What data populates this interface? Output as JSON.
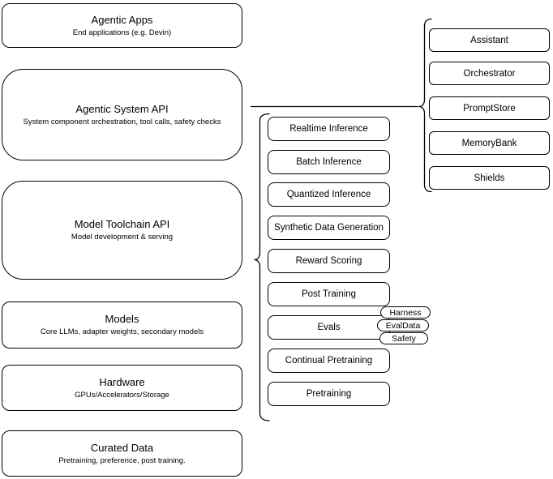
{
  "canvas": {
    "background": "#ffffff",
    "stroke": "#000000"
  },
  "left_stack": [
    {
      "title": "Agentic Apps",
      "subtitle": "End applications (e.g. Devin)"
    },
    {
      "title": "Agentic System API",
      "subtitle": "System component orchestration, tool calls, safety checks"
    },
    {
      "title": "Model Toolchain API",
      "subtitle": "Model development & serving"
    },
    {
      "title": "Models",
      "subtitle": "Core LLMs, adapter weights, secondary models"
    },
    {
      "title": "Hardware",
      "subtitle": "GPUs/Accelerators/Storage"
    },
    {
      "title": "Curated Data",
      "subtitle": "Pretraining, preference, post training."
    }
  ],
  "toolchain_group": {
    "items": [
      "Realtime Inference",
      "Batch Inference",
      "Quantized Inference",
      "Synthetic Data Generation",
      "Reward Scoring",
      "Post Training",
      "Evals",
      "Continual Pretraining",
      "Pretraining"
    ],
    "evals_tags": [
      "Harness",
      "EvalData",
      "Safety"
    ]
  },
  "system_group": {
    "items": [
      "Assistant",
      "Orchestrator",
      "PromptStore",
      "MemoryBank",
      "Shields"
    ]
  }
}
